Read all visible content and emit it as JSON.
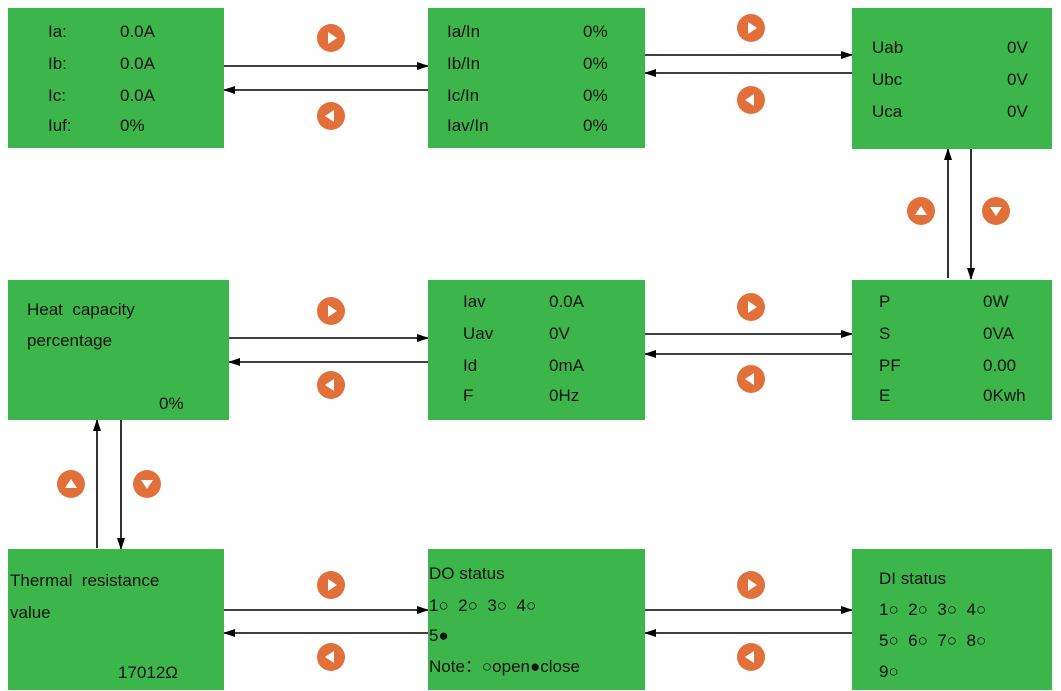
{
  "colors": {
    "panel": "#3cb54a",
    "button": "#e2703a",
    "wire": "#000000",
    "text": "#111111"
  },
  "icons": {
    "right": "play-right-icon",
    "left": "play-left-icon",
    "up": "play-up-icon",
    "down": "play-down-icon"
  },
  "panels": {
    "currents": {
      "rows": [
        {
          "label": "Ia:",
          "value": "0.0A"
        },
        {
          "label": "Ib:",
          "value": "0.0A"
        },
        {
          "label": "Ic:",
          "value": "0.0A"
        },
        {
          "label": "Iuf:",
          "value": "0%"
        }
      ]
    },
    "current_ratio": {
      "rows": [
        {
          "label": "Ia/In",
          "value": "0%"
        },
        {
          "label": "Ib/In",
          "value": "0%"
        },
        {
          "label": "Ic/In",
          "value": "0%"
        },
        {
          "label": "Iav/In",
          "value": "0%"
        }
      ]
    },
    "line_voltage": {
      "rows": [
        {
          "label": "Uab",
          "value": "0V"
        },
        {
          "label": "Ubc",
          "value": "0V"
        },
        {
          "label": "Uca",
          "value": "0V"
        }
      ]
    },
    "heat_capacity": {
      "line1": "Heat  capacity",
      "line2": "percentage",
      "value": "0%"
    },
    "averages": {
      "rows": [
        {
          "label": "Iav",
          "value": "0.0A"
        },
        {
          "label": "Uav",
          "value": "0V"
        },
        {
          "label": "Id",
          "value": "0mA"
        },
        {
          "label": "F",
          "value": "0Hz"
        }
      ]
    },
    "power": {
      "rows": [
        {
          "label": "P",
          "value": "0W"
        },
        {
          "label": "S",
          "value": "0VA"
        },
        {
          "label": "PF",
          "value": "0.00"
        },
        {
          "label": "E",
          "value": "0Kwh"
        }
      ]
    },
    "thermal_resistance": {
      "line1": "Thermal  resistance",
      "line2": "value",
      "value": "17012Ω"
    },
    "do_status": {
      "title": "DO status",
      "line1": "1○  2○  3○  4○",
      "line2": "5●",
      "note": "Note：○open●close"
    },
    "di_status": {
      "title": "DI status",
      "line1": "1○  2○  3○  4○",
      "line2": "5○  6○  7○  8○",
      "line3": "9○"
    }
  }
}
